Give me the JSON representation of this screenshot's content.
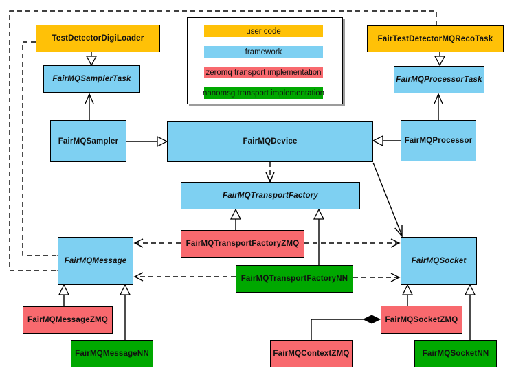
{
  "legend": {
    "items": [
      {
        "label": "user code",
        "color": "#FFC107"
      },
      {
        "label": "framework",
        "color": "#7ED0F2"
      },
      {
        "label": "zeromq transport implementation",
        "color": "#F8696E"
      },
      {
        "label": "nanomsg transport implementation",
        "color": "#00A800"
      }
    ]
  },
  "nodes": {
    "digiLoader": {
      "label": "TestDetectorDigiLoader",
      "color": "#FFC107",
      "category": "user code"
    },
    "samplerTask": {
      "label": "FairMQSamplerTask",
      "color": "#7ED0F2",
      "category": "framework",
      "abstract": true
    },
    "sampler": {
      "label": "FairMQSampler",
      "color": "#7ED0F2",
      "category": "framework"
    },
    "device": {
      "label": "FairMQDevice",
      "color": "#7ED0F2",
      "category": "framework"
    },
    "processor": {
      "label": "FairMQProcessor",
      "color": "#7ED0F2",
      "category": "framework"
    },
    "processorTask": {
      "label": "FairMQProcessorTask",
      "color": "#7ED0F2",
      "category": "framework",
      "abstract": true
    },
    "recoTask": {
      "label": "FairTestDetectorMQRecoTask",
      "color": "#FFC107",
      "category": "user code"
    },
    "transportFactory": {
      "label": "FairMQTransportFactory",
      "color": "#7ED0F2",
      "category": "framework",
      "abstract": true
    },
    "transportFactoryZMQ": {
      "label": "FairMQTransportFactoryZMQ",
      "color": "#F8696E",
      "category": "zeromq transport implementation"
    },
    "transportFactoryNN": {
      "label": "FairMQTransportFactoryNN",
      "color": "#00A800",
      "category": "nanomsg transport implementation"
    },
    "message": {
      "label": "FairMQMessage",
      "color": "#7ED0F2",
      "category": "framework",
      "abstract": true
    },
    "socket": {
      "label": "FairMQSocket",
      "color": "#7ED0F2",
      "category": "framework",
      "abstract": true
    },
    "messageZMQ": {
      "label": "FairMQMessageZMQ",
      "color": "#F8696E",
      "category": "zeromq transport implementation"
    },
    "messageNN": {
      "label": "FairMQMessageNN",
      "color": "#00A800",
      "category": "nanomsg transport implementation"
    },
    "socketZMQ": {
      "label": "FairMQSocketZMQ",
      "color": "#F8696E",
      "category": "zeromq transport implementation"
    },
    "socketNN": {
      "label": "FairMQSocketNN",
      "color": "#00A800",
      "category": "nanomsg transport implementation"
    },
    "contextZMQ": {
      "label": "FairMQContextZMQ",
      "color": "#F8696E",
      "category": "zeromq transport implementation"
    }
  },
  "edges": [
    {
      "from": "digiLoader",
      "to": "samplerTask",
      "style": "solid",
      "head": "hollow-triangle"
    },
    {
      "from": "sampler",
      "to": "samplerTask",
      "style": "solid",
      "head": "open-v"
    },
    {
      "from": "sampler",
      "to": "device",
      "style": "solid",
      "head": "hollow-triangle"
    },
    {
      "from": "processor",
      "to": "device",
      "style": "solid",
      "head": "hollow-triangle"
    },
    {
      "from": "processor",
      "to": "processorTask",
      "style": "solid",
      "head": "open-v"
    },
    {
      "from": "recoTask",
      "to": "processorTask",
      "style": "solid",
      "head": "hollow-triangle"
    },
    {
      "from": "device",
      "to": "transportFactory",
      "style": "dashed",
      "head": "open-v"
    },
    {
      "from": "device",
      "to": "socket",
      "style": "solid",
      "head": "open-v"
    },
    {
      "from": "transportFactoryZMQ",
      "to": "transportFactory",
      "style": "solid",
      "head": "hollow-triangle"
    },
    {
      "from": "transportFactoryNN",
      "to": "transportFactory",
      "style": "solid",
      "head": "hollow-triangle"
    },
    {
      "from": "transportFactoryZMQ",
      "to": "message",
      "style": "dashed",
      "head": "open-v"
    },
    {
      "from": "transportFactoryZMQ",
      "to": "socket",
      "style": "dashed",
      "head": "open-v"
    },
    {
      "from": "transportFactoryNN",
      "to": "message",
      "style": "dashed",
      "head": "open-v"
    },
    {
      "from": "transportFactoryNN",
      "to": "socket",
      "style": "dashed",
      "head": "open-v"
    },
    {
      "from": "digiLoader",
      "to": "message",
      "style": "dashed",
      "head": "open-v"
    },
    {
      "from": "recoTask",
      "to": "message",
      "style": "dashed",
      "head": "open-v"
    },
    {
      "from": "messageZMQ",
      "to": "message",
      "style": "solid",
      "head": "hollow-triangle"
    },
    {
      "from": "messageNN",
      "to": "message",
      "style": "solid",
      "head": "hollow-triangle"
    },
    {
      "from": "socketZMQ",
      "to": "socket",
      "style": "solid",
      "head": "hollow-triangle"
    },
    {
      "from": "socketNN",
      "to": "socket",
      "style": "solid",
      "head": "hollow-triangle"
    },
    {
      "from": "contextZMQ",
      "to": "socketZMQ",
      "style": "solid",
      "head": "filled-diamond"
    }
  ]
}
